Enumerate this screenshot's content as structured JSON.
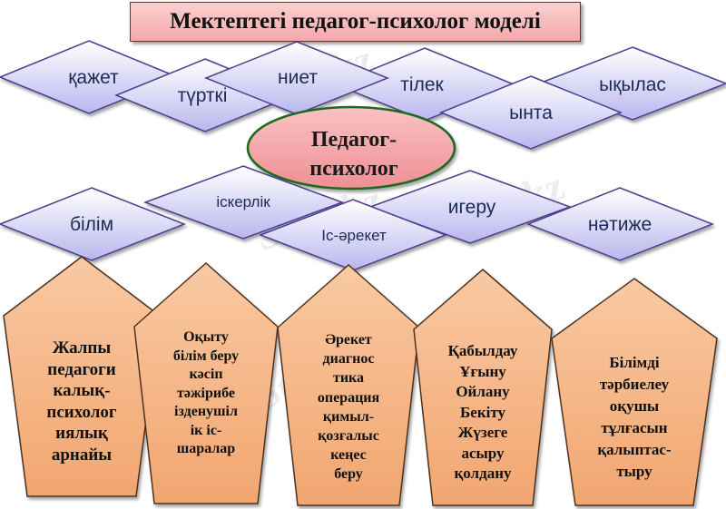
{
  "title": "Мектептегі педагог-психолог моделі",
  "center": {
    "line1": "Педагог-",
    "line2": "психолог"
  },
  "top_diamonds": [
    "қажет",
    "түрткі",
    "ниет",
    "тілек",
    "ынта",
    "ықылас"
  ],
  "bottom_diamonds": [
    "білім",
    "іскерлік",
    "Іс-әрекет",
    "игеру",
    "нәтиже"
  ],
  "pentagons": [
    {
      "lines": [
        "Жалпы",
        "педагоги",
        "калық-",
        "психолог",
        "иялық",
        "арнайы"
      ]
    },
    {
      "lines": [
        "Оқыту",
        "білім беру",
        "кәсіп",
        "тәжірибе",
        "ізденушіл",
        "ік іс-",
        "шаралар"
      ]
    },
    {
      "lines": [
        "Әрекет",
        "диагнос",
        "тика",
        "операция",
        "қимыл-",
        "қозғалыс",
        "кеңес",
        "беру"
      ]
    },
    {
      "lines": [
        "Қабылдау",
        "Ұғыну",
        "Ойлану",
        "Бекіту",
        "Жүзеге",
        "асыру",
        "қолдану"
      ]
    },
    {
      "lines": [
        "Білімді",
        "тәрбиелеу",
        "оқушы",
        "тұлғасын",
        "қалыптас-",
        "тыру"
      ]
    }
  ],
  "watermark": "Stud.kz",
  "colors": {
    "diamond_fill_top": "#ffffff",
    "diamond_fill_bottom": "#b9b6ee",
    "diamond_stroke": "#4b3f8f",
    "ellipse_fill": "#f5a3a6",
    "ellipse_stroke": "#1f6b1f",
    "pentagon_fill": "#f6b889",
    "pentagon_stroke": "#4d3320"
  }
}
